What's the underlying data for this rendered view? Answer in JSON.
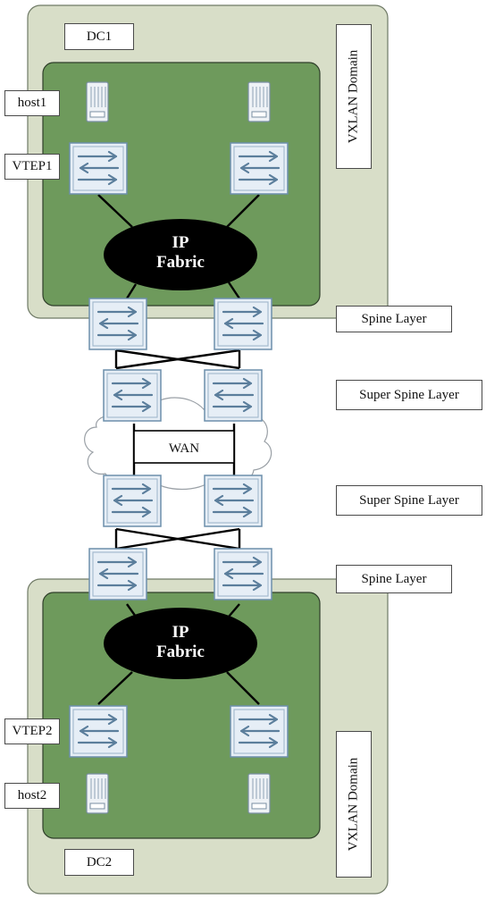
{
  "dc1": {
    "name": "DC1",
    "domain_label": "VXLAN Domain",
    "host_label": "host1",
    "vtep_label": "VTEP1",
    "fabric_line1": "IP",
    "fabric_line2": "Fabric"
  },
  "dc2": {
    "name": "DC2",
    "domain_label": "VXLAN Domain",
    "host_label": "host2",
    "vtep_label": "VTEP2",
    "fabric_line1": "IP",
    "fabric_line2": "Fabric"
  },
  "core": {
    "spine_top_label": "Spine Layer",
    "super_spine_top_label": "Super Spine Layer",
    "wan_label": "WAN",
    "super_spine_bottom_label": "Super Spine Layer",
    "spine_bottom_label": "Spine Layer"
  },
  "colors": {
    "outer_domain": "#d8dec8",
    "inner_fabric": "#6e9a5c",
    "switch_fill": "#e6eef6",
    "switch_border": "#6d8fab",
    "fabric_ellipse": "#000000"
  }
}
